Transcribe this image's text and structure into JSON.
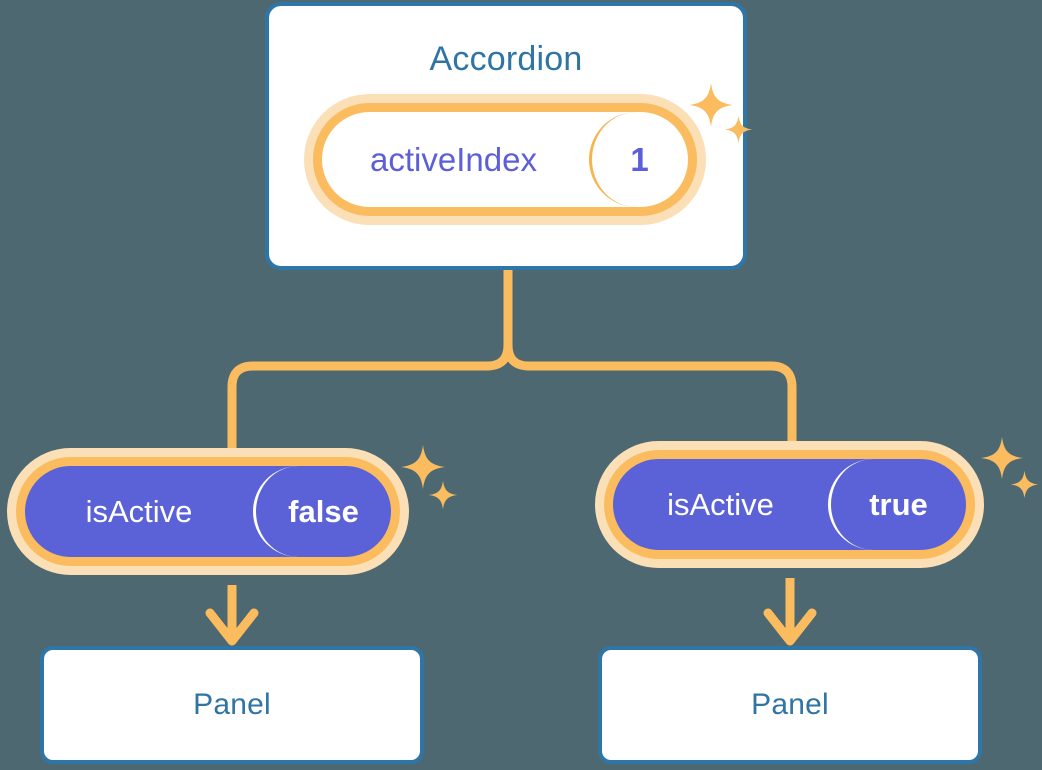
{
  "diagram": {
    "type": "component-state-tree",
    "background_color": "#4d6870",
    "accent_orange": "#fabc5f",
    "accent_orange_soft": "#fbdfb6",
    "accent_blue": "#2f76a8",
    "accent_purple": "#5b61d6",
    "nodes": {
      "root": {
        "title": "Accordion",
        "state": {
          "key": "activeIndex",
          "value": "1"
        }
      },
      "children": [
        {
          "prop": {
            "key": "isActive",
            "value": "false"
          },
          "title": "Panel"
        },
        {
          "prop": {
            "key": "isActive",
            "value": "true"
          },
          "title": "Panel"
        }
      ]
    },
    "icons": {
      "sparkle_large": "sparkle-icon",
      "sparkle_small": "sparkle-icon",
      "arrow_down": "arrow-down-icon"
    }
  }
}
